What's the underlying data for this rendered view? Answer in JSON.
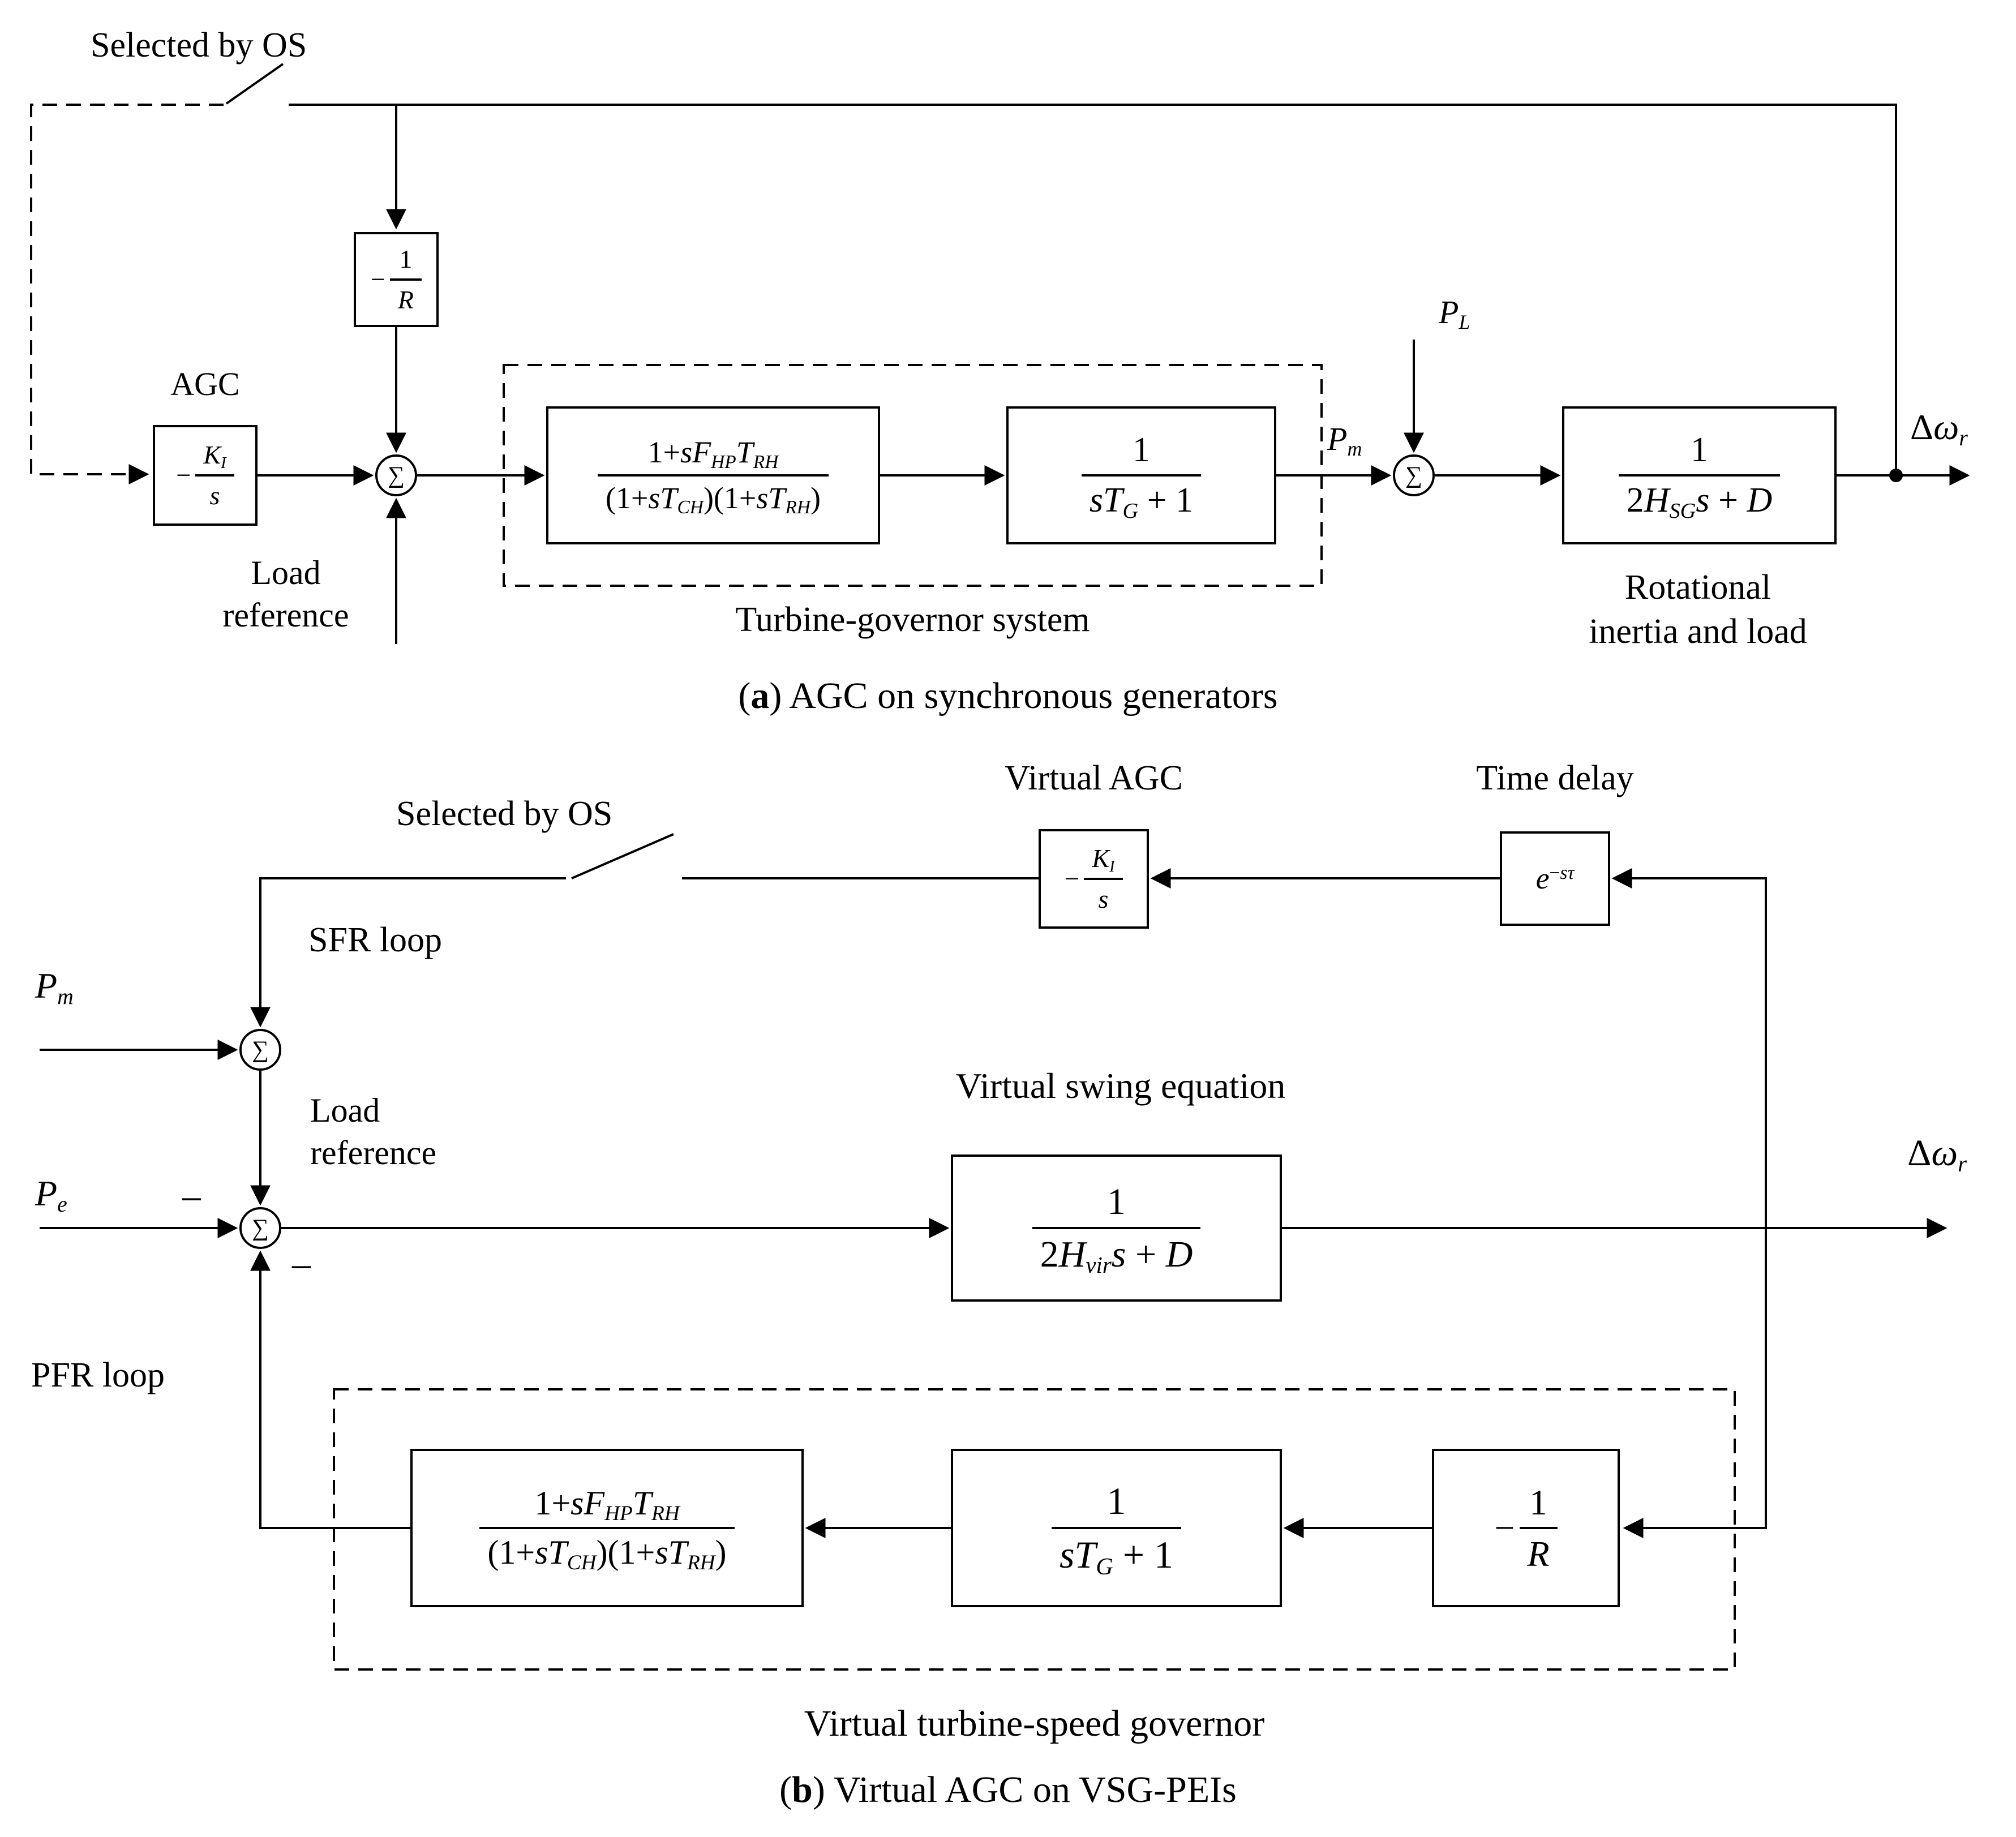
{
  "sum_symbol": "∑",
  "diagram_a": {
    "selected_by_os": "Selected by OS",
    "agc_title": "AGC",
    "agc_block": {
      "sign": "−",
      "num": "K_{I}",
      "den": "s"
    },
    "droop_block": {
      "sign": "−",
      "num": "1",
      "den": "R"
    },
    "load_reference_line1": "Load",
    "load_reference_line2": "reference",
    "turbine_block": {
      "num": "1+sF_{HP}T_{RH}",
      "den": "(1+sT_{CH})(1+sT_{RH})"
    },
    "governor_block": {
      "num": "1",
      "den": "sT_{G} + 1"
    },
    "turbine_governor_caption": "Turbine-governor system",
    "pm": "P_{m}",
    "pl": "P_{L}",
    "inertia_block": {
      "num": "1",
      "den": "2H_{SG}s + D"
    },
    "inertia_caption_line1": "Rotational",
    "inertia_caption_line2": "inertia and load",
    "delta_omega": "Δω_{r}",
    "caption": {
      "open": "(",
      "letter": "a",
      "rest": ") AGC on synchronous generators"
    }
  },
  "diagram_b": {
    "virtual_agc_title": "Virtual AGC",
    "time_delay_title": "Time delay",
    "selected_by_os": "Selected by OS",
    "sfr_loop": "SFR loop",
    "pm": "P_{m}",
    "pe": "P_{e}",
    "minus": "−",
    "load_reference_line1": "Load",
    "load_reference_line2": "reference",
    "vagc_block": {
      "sign": "−",
      "num": "K_{I}",
      "den": "s"
    },
    "delay_block": "e^{−sτ}",
    "swing_title": "Virtual swing equation",
    "swing_block": {
      "num": "1",
      "den": "2H_{vir}s + D"
    },
    "delta_omega": "Δω_{r}",
    "pfr_loop": "PFR loop",
    "turbine_block": {
      "num": "1+sF_{HP}T_{RH}",
      "den": "(1+sT_{CH})(1+sT_{RH})"
    },
    "governor_block": {
      "num": "1",
      "den": "sT_{G} + 1"
    },
    "droop_block": {
      "sign": "−",
      "num": "1",
      "den": "R"
    },
    "governor_caption": "Virtual turbine-speed governor",
    "caption": {
      "open": "(",
      "letter": "b",
      "rest": ") Virtual AGC on VSG-PEIs"
    }
  }
}
